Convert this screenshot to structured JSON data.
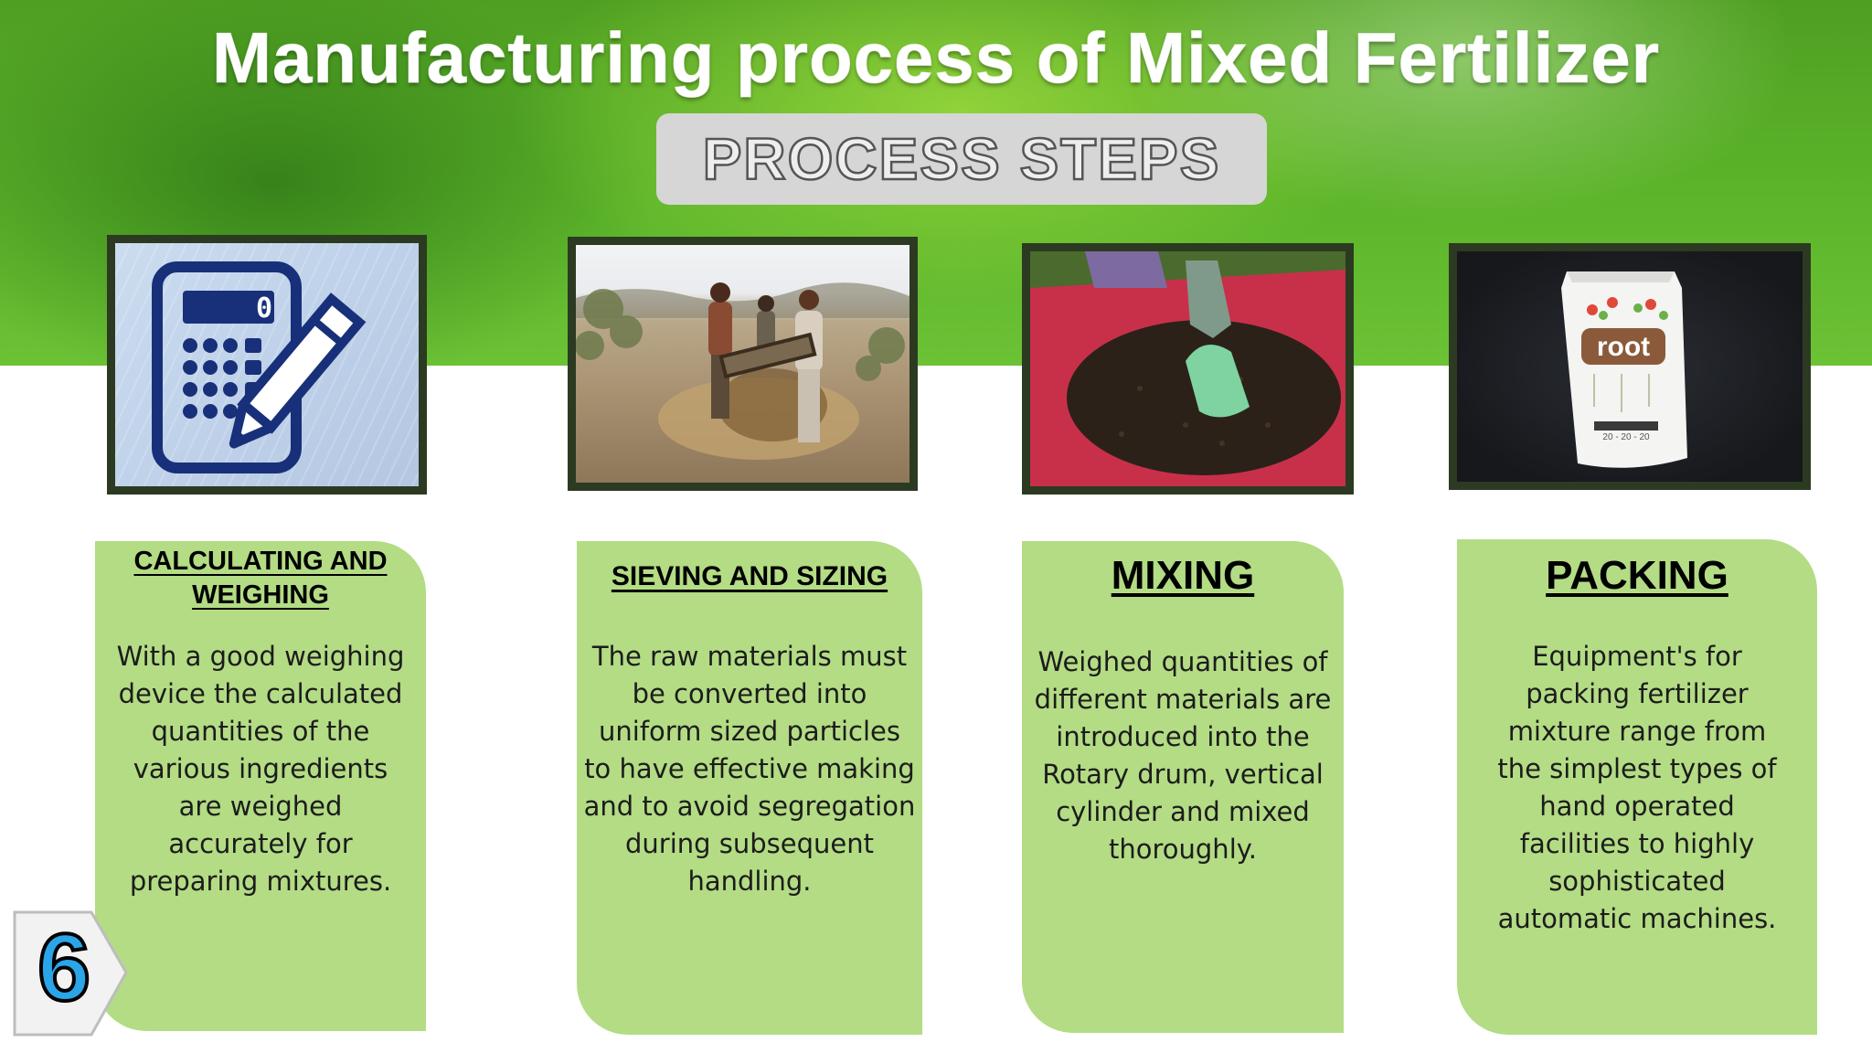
{
  "title": "Manufacturing process of Mixed Fertilizer",
  "subtitle": "PROCESS STEPS",
  "slide_number": "6",
  "steps": [
    {
      "title_lines": [
        "CALCULATING AND",
        "WEIGHING"
      ],
      "lines": [
        "With a good weighing",
        "device the calculated",
        "quantities of the",
        "various ingredients",
        "are weighed",
        "accurately for",
        "preparing mixtures."
      ],
      "image": "calculator-and-pencil-icon"
    },
    {
      "title": "SIEVING AND SIZING",
      "lines": [
        "The raw materials must",
        "be converted into",
        "uniform sized particles",
        "to have effective making",
        "and to avoid segregation",
        "during subsequent",
        "handling."
      ],
      "image": "workers-sieving-photo"
    },
    {
      "title": "MIXING",
      "lines": [
        "Weighed quantities of",
        "different materials are",
        "introduced into the",
        "Rotary drum, vertical",
        "cylinder and mixed",
        "thoroughly."
      ],
      "image": "gloved-hands-mixing-photo"
    },
    {
      "title": "PACKING",
      "lines": [
        "Equipment's for",
        "packing fertilizer",
        "mixture range from",
        "the simplest types of",
        "hand operated",
        "facilities to highly",
        "sophisticated",
        "automatic machines."
      ],
      "image": "fertilizer-bag-photo",
      "bag_brand": "root",
      "bag_npk": "20 - 20 - 20"
    }
  ],
  "colors": {
    "card": "#b3dc84",
    "frame": "#2c3a22",
    "header_green": "#5cb52a",
    "slide_number": "#2aa5e8"
  }
}
